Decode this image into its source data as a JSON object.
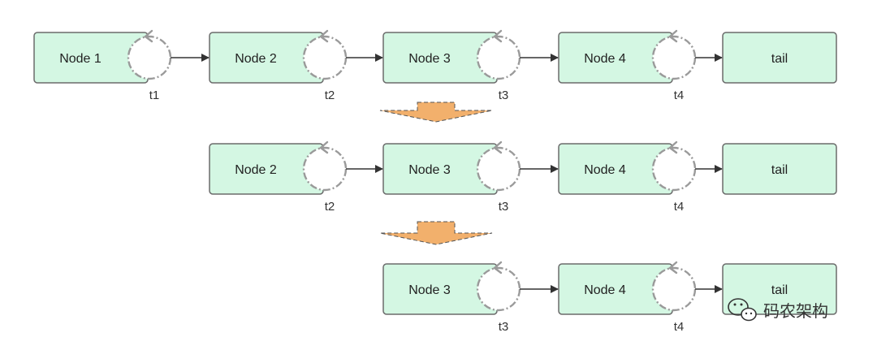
{
  "diagram": {
    "rows": [
      {
        "nodes": [
          "Node 1",
          "Node 2",
          "Node 3",
          "Node 4",
          "tail"
        ],
        "timers": [
          "t1",
          "t2",
          "t3",
          "t4"
        ]
      },
      {
        "nodes": [
          "Node 2",
          "Node 3",
          "Node 4",
          "tail"
        ],
        "timers": [
          "t2",
          "t3",
          "t4"
        ]
      },
      {
        "nodes": [
          "Node 3",
          "Node 4",
          "tail"
        ],
        "timers": [
          "t3",
          "t4"
        ]
      }
    ],
    "colors": {
      "node_fill": "#d4f7e3",
      "node_stroke": "#6b6b6b",
      "arrow": "#333333",
      "timer_ring": "#9a9a9a",
      "transition_arrow": "#f2b06c"
    }
  },
  "watermark": {
    "icon": "wechat-icon",
    "text": "码农架构"
  }
}
